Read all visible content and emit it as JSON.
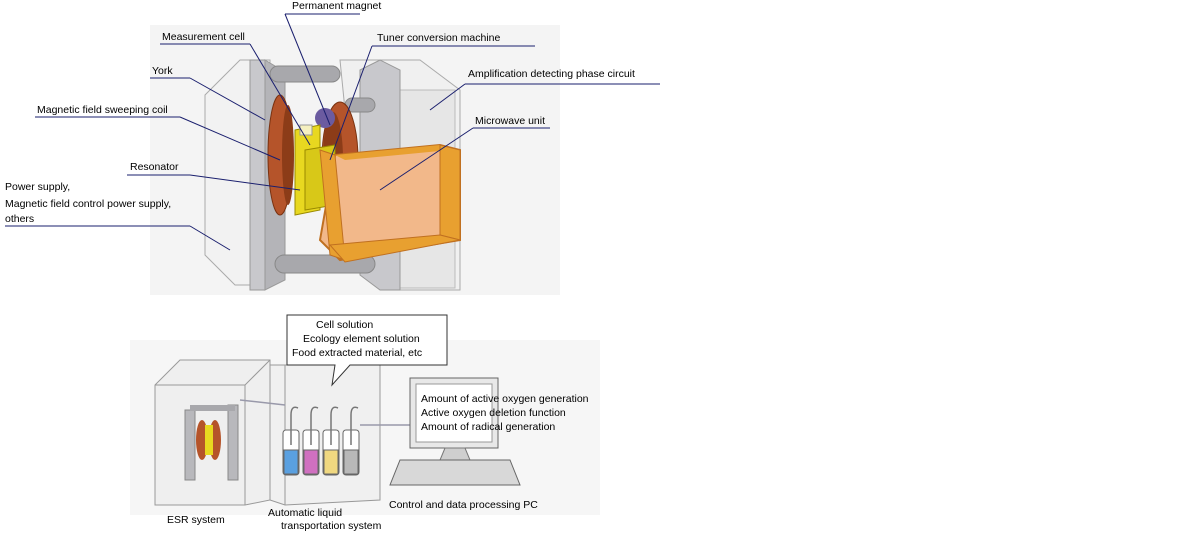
{
  "top_diagram": {
    "labels": {
      "permanent_magnet": "Permanent magnet",
      "measurement_cell": "Measurement cell",
      "tuner_conversion_machine": "Tuner conversion machine",
      "york": "York",
      "amplification_detecting_phase_circuit": "Amplification detecting phase circuit",
      "magnetic_field_sweeping_coil": "Magnetic field sweeping coil",
      "microwave_unit": "Microwave unit",
      "resonator": "Resonator",
      "power_supply_line1": "Power supply,",
      "power_supply_line2": "Magnetic field control power supply,",
      "power_supply_line3": "others"
    }
  },
  "bottom_diagram": {
    "callout": {
      "line1": "Cell solution",
      "line2": "Ecology element solution",
      "line3": "Food extracted material, etc"
    },
    "screen_text": {
      "line1": "Amount of active oxygen generation",
      "line2": "Active oxygen deletion function",
      "line3": "Amount of radical generation"
    },
    "captions": {
      "esr_system": "ESR system",
      "liquid_line1": "Automatic liquid",
      "liquid_line2": "transportation system",
      "pc": "Control and data processing PC"
    }
  },
  "colors": {
    "label_line": "#1a1f6e",
    "magnet_copper": "#b5542a",
    "resonator_yellow": "#e8d820",
    "microwave_orange": "#e8a030",
    "microwave_face": "#f2b88a",
    "frame_gray": "#c8c8cc",
    "tube_blue": "#5aa0e0",
    "tube_magenta": "#d070c0",
    "tube_yellow": "#f0d880",
    "tube_gray": "#b8b8b8"
  }
}
